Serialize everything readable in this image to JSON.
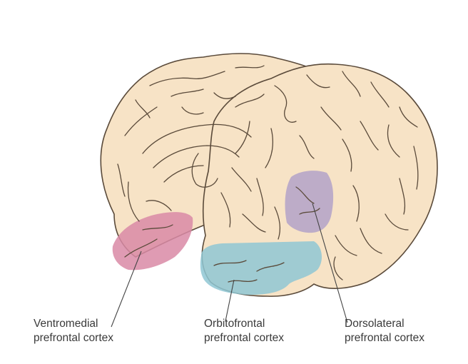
{
  "labels": {
    "ventromedial": {
      "line1": "Ventromedial",
      "line2": "prefrontal cortex"
    },
    "orbitofrontal": {
      "line1": "Orbitofrontal",
      "line2": "prefrontal cortex"
    },
    "dorsolateral": {
      "line1": "Dorsolateral",
      "line2": "prefrontal cortex"
    }
  },
  "colors": {
    "brain_fill": "#f7e3c6",
    "brain_outline": "#5a4a3a",
    "ventromedial": "#d98aa6",
    "orbitofrontal": "#8fc7d4",
    "dorsolateral": "#b3a2c8",
    "leader_line": "#444444"
  }
}
